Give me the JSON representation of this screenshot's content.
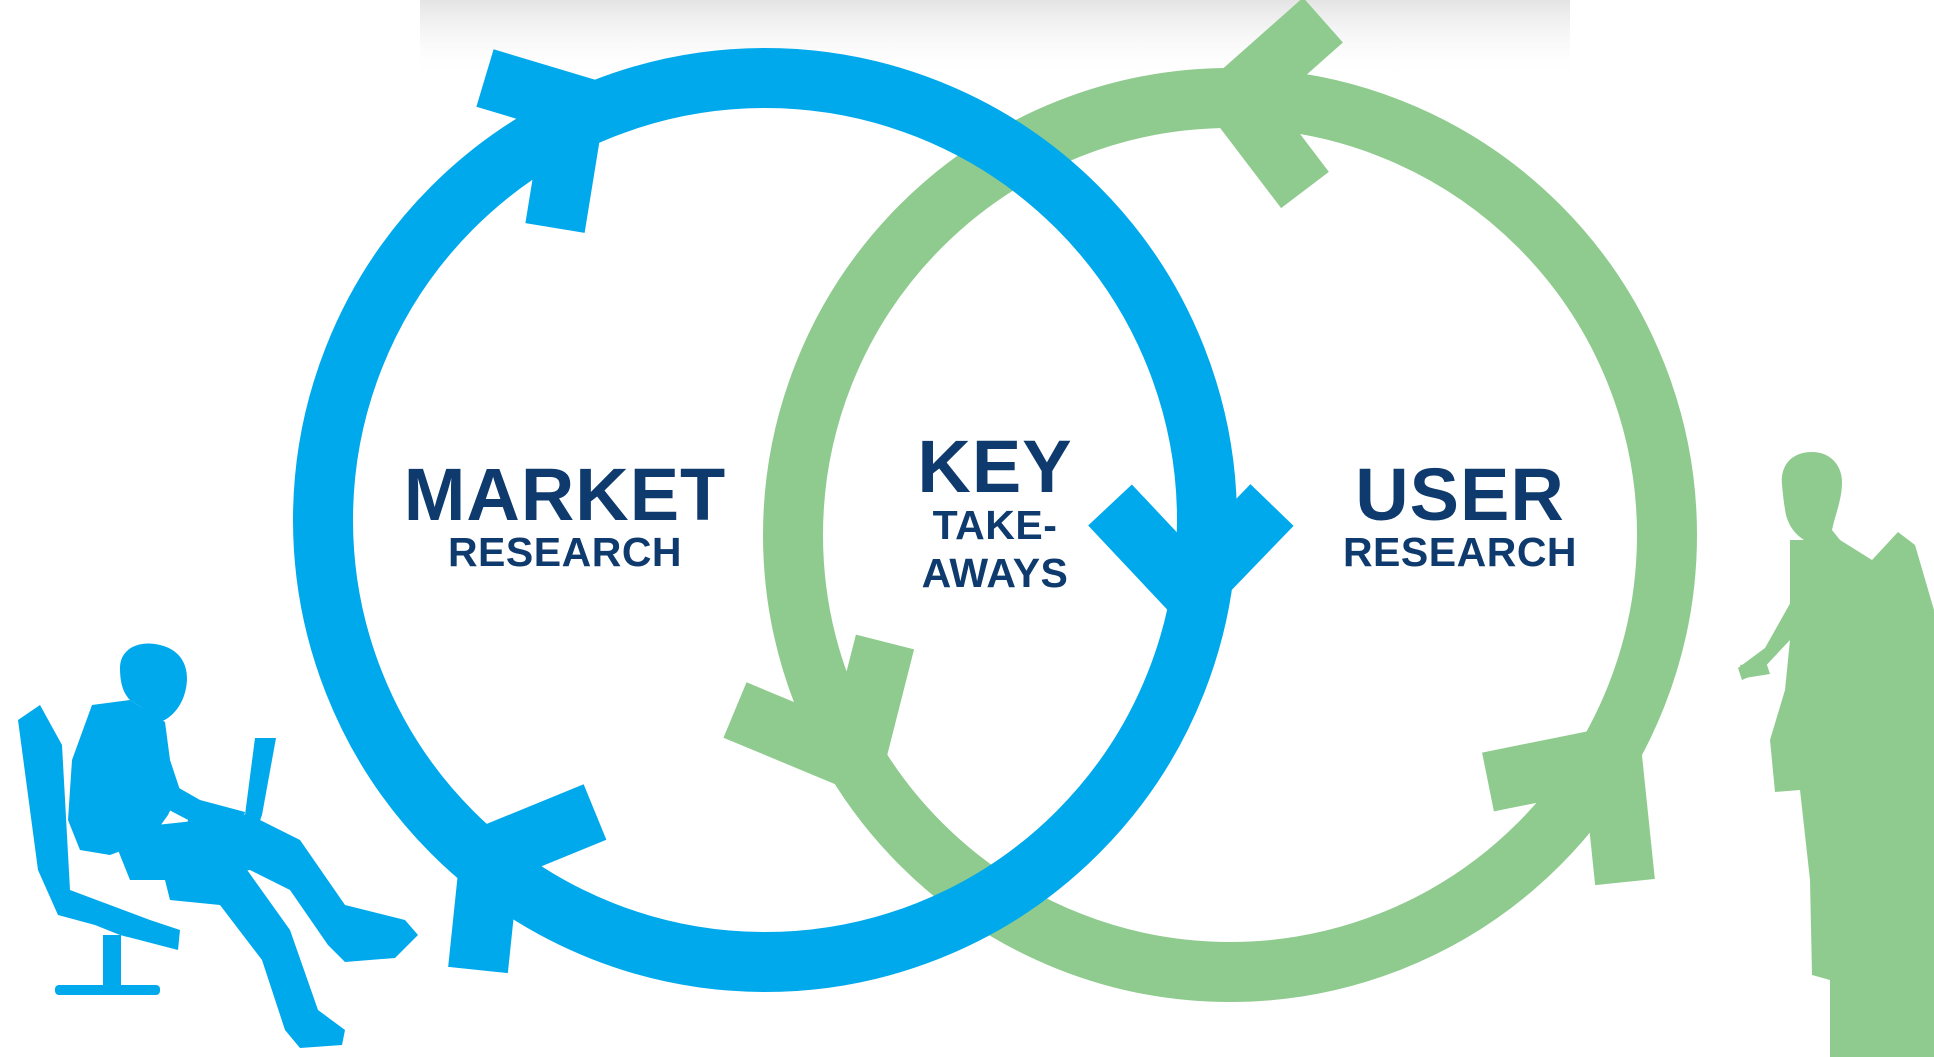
{
  "market": {
    "title": "MARKET",
    "subtitle": "RESEARCH"
  },
  "key": {
    "title": "KEY",
    "subtitle_line1": "TAKE-",
    "subtitle_line2": "AWAYS"
  },
  "user": {
    "title": "USER",
    "subtitle": "RESEARCH"
  },
  "colors": {
    "market_cycle": "#00a9ec",
    "user_cycle": "#8fcb8f",
    "text": "#0e3a6e",
    "top_shadow": "#e6e6e6"
  },
  "icons": {
    "market_person": "person-sitting-with-laptop-icon",
    "user_person": "person-standing-with-phone-icon"
  }
}
